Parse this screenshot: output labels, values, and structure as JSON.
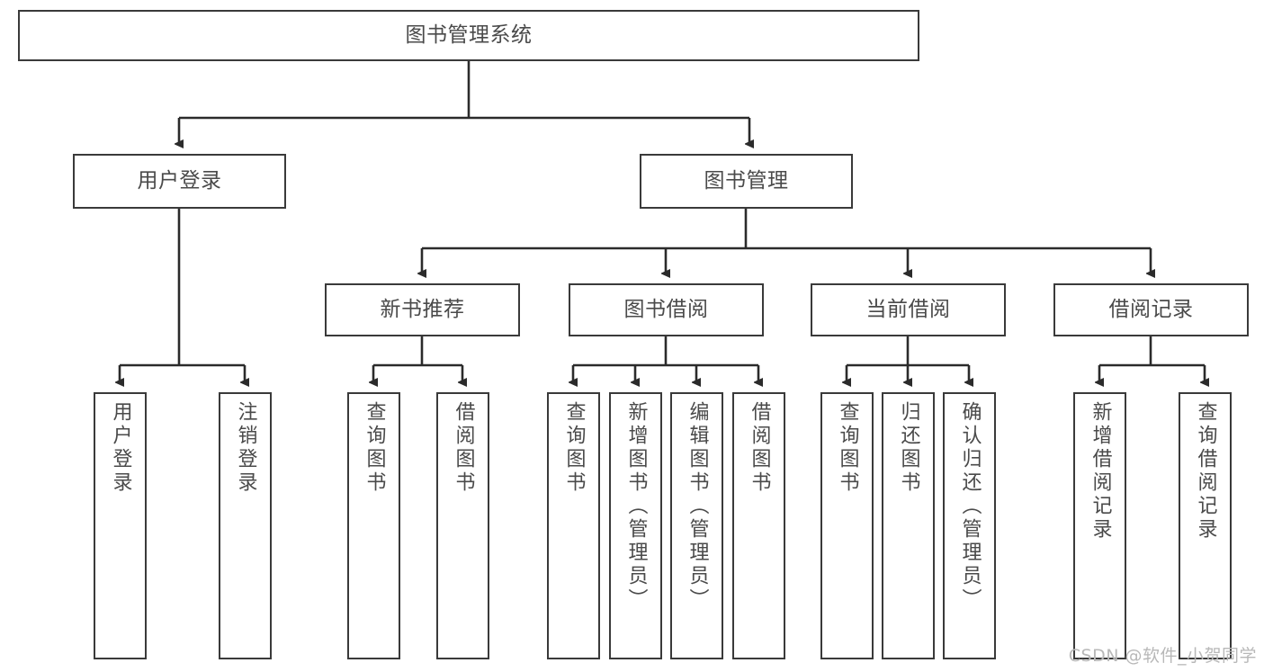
{
  "diagram": {
    "title": "图书管理系统",
    "type": "function-structure-tree",
    "colors": {
      "border": "#3a3a3a",
      "text": "#4a4a4a",
      "background": "#ffffff",
      "connector": "#2b2b2b",
      "watermark": "#b8b8b8"
    }
  },
  "root": {
    "label": "图书管理系统"
  },
  "level2": [
    {
      "label": "用户登录"
    },
    {
      "label": "图书管理"
    }
  ],
  "level3": [
    {
      "label": "新书推荐"
    },
    {
      "label": "图书借阅"
    },
    {
      "label": "当前借阅"
    },
    {
      "label": "借阅记录"
    }
  ],
  "leaves": [
    {
      "label": "用户登录",
      "parent": "用户登录"
    },
    {
      "label": "注销登录",
      "parent": "用户登录"
    },
    {
      "label": "查询图书",
      "parent": "新书推荐"
    },
    {
      "label": "借阅图书",
      "parent": "新书推荐"
    },
    {
      "label": "查询图书",
      "parent": "图书借阅"
    },
    {
      "label": "新增图书（管理员）",
      "parent": "图书借阅"
    },
    {
      "label": "编辑图书（管理员）",
      "parent": "图书借阅"
    },
    {
      "label": "借阅图书",
      "parent": "图书借阅"
    },
    {
      "label": "查询图书",
      "parent": "当前借阅"
    },
    {
      "label": "归还图书",
      "parent": "当前借阅"
    },
    {
      "label": "确认归还（管理员）",
      "parent": "当前借阅"
    },
    {
      "label": "新增借阅记录",
      "parent": "借阅记录"
    },
    {
      "label": "查询借阅记录",
      "parent": "借阅记录"
    }
  ],
  "watermark": {
    "text": "CSDN @软件_小贺同学"
  }
}
